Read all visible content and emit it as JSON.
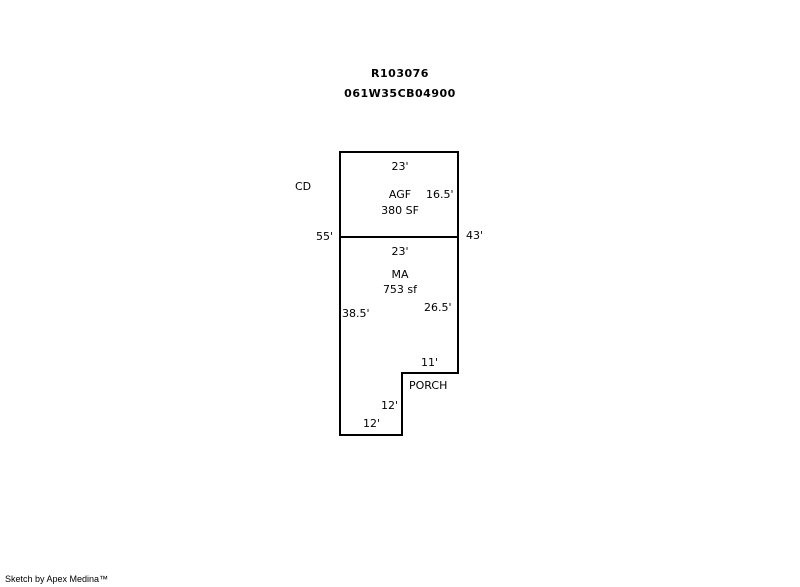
{
  "header": {
    "parcel_id": "R103076",
    "map_number": "061W35CB04900"
  },
  "corner_label": "CD",
  "areas": {
    "agf": {
      "name": "AGF",
      "size": "380 SF"
    },
    "ma": {
      "name": "MA",
      "size": "753 sf"
    },
    "porch": {
      "name": "PORCH"
    }
  },
  "dimensions": {
    "agf_top": "23'",
    "agf_right": "16.5'",
    "left_total": "55'",
    "right_total": "43'",
    "ma_top": "23'",
    "ma_left": "38.5'",
    "ma_right": "26.5'",
    "porch_width": "11'",
    "porch_depth": "12'",
    "bottom": "12'"
  },
  "footer": "Sketch by Apex Medina™"
}
